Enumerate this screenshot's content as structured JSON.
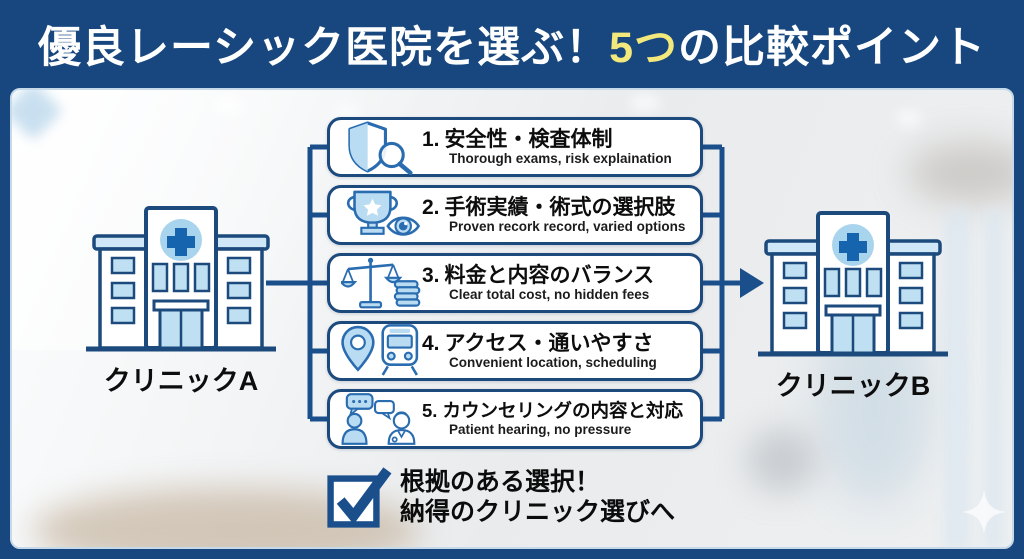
{
  "banner": {
    "title_part1": "優良レーシック医院を選ぶ！",
    "title_highlight": "5つ",
    "title_part2": "の比較ポイント"
  },
  "clinic_a": {
    "label": "クリニックA"
  },
  "clinic_b": {
    "label": "クリニックB"
  },
  "points": [
    {
      "number": "1.",
      "title": "安全性・検査体制",
      "subtitle": "Thorough exams, risk explaination",
      "icon": "shield-magnifier-icon"
    },
    {
      "number": "2.",
      "title": "手術実績・術式の選択肢",
      "subtitle": "Proven recork record, varied options",
      "icon": "trophy-eye-icon"
    },
    {
      "number": "3.",
      "title": "料金と内容のバランス",
      "subtitle": "Clear total cost, no hidden fees",
      "icon": "scale-coins-icon"
    },
    {
      "number": "4.",
      "title": "アクセス・通いやすさ",
      "subtitle": "Convenient location, scheduling",
      "icon": "map-pin-train-icon"
    },
    {
      "number": "5.",
      "title": "カウンセリングの内容と対応",
      "subtitle": "Patient hearing, no pressure",
      "icon": "counseling-icon"
    }
  ],
  "conclusion": {
    "line1": "根拠のある選択！",
    "line2": "納得のクリニック選びへ"
  },
  "colors": {
    "banner_navy": "#17477E",
    "connector_navy": "#1B4F8C",
    "box_border_navy": "#1C4A7C",
    "highlight_yellow": "#F3E87C",
    "icon_stroke_blue": "#2A6CB0",
    "icon_fill_blue": "#B9DCF2",
    "cross_blue": "#1663AE",
    "text_black": "#0D0D0D"
  }
}
